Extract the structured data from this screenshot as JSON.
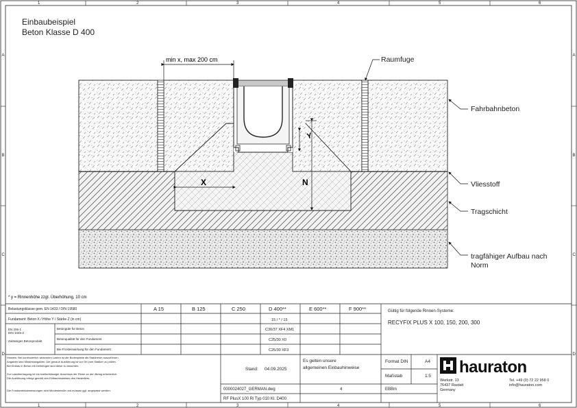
{
  "title": {
    "line1": "Einbaubeispiel",
    "line2": "Beton Klasse D 400"
  },
  "dimension_label": "min x, max 200 cm",
  "labels": {
    "raumfuge": "Raumfuge",
    "fahrbahnbeton": "Fahrbahnbeton",
    "vliesstoff": "Vliesstoff",
    "tragschicht": "Tragschicht",
    "aufbau_line1": "tragfähiger Aufbau nach",
    "aufbau_line2": "Norm"
  },
  "symbols": {
    "x": "X",
    "n": "N",
    "y": "Y"
  },
  "footnote": "* y = Rinnenhöhe zzgl. Überhöhung, 10 cm",
  "grid_top": [
    "1",
    "2",
    "3",
    "4",
    "5",
    "6"
  ],
  "grid_side": [
    "A",
    "B",
    "C",
    "D"
  ],
  "table": {
    "col_head_label": "Belastungsklasse gem. EN 1433 / DIN 19580",
    "classes": [
      "A 15",
      "B 125",
      "C 250",
      "D 400**",
      "E 600**",
      "F 900**"
    ],
    "row1_label": "Fundament: Beton X / Höhe Y / Stärke Z (in cm)",
    "row1_val": "15 / * / 15",
    "row2_a": "Betongüte für Beton",
    "row2_val": "C30/37 XF4 XM1",
    "row3_left": "Zulässiges Betonprodukt",
    "row3_label": "Betonqualität für den Fundament",
    "row3_val": "C25/30 X0",
    "row4_label": "Bei Frosteinwirkung für den Fundament",
    "row4_val": "C25/30 XF3",
    "left_notes": [
      "EN 206-1",
      "DIN 1045-2"
    ],
    "valid_head": "Gültig für folgende Rinnen-Systeme:",
    "valid_systems": "RECYFIX PLUS X 100, 150, 200, 300"
  },
  "bottom": {
    "notes": [
      "Hinweis: Bei kontinuierlich wirkenden Lasten ist die Bodenplatte als Stahlbeton auszuführen.",
      "Angaben sind Mindestangaben. Die genaue Ausführung ist vor Ort vom Statiker zu prüfen.",
      "Bei Einbau in Beton mit Dehnfugen sind diese zu beachten.",
      "Zur Lastübertragung ist ein kraftschlüssiger Anschluss der Rinne an den Belag erforderlich.",
      "Die Ausführung erfolgt gemäß den Einbauhinweisen des Herstellers.",
      "Die Fundamentabmessungen sind Mindestmaße und müssen ggf. angepasst werden."
    ],
    "stand_label": "Stand:",
    "stand_value": "04.09.2025",
    "einbau_line1": "Es gelten unsere",
    "einbau_line2": "allgemeinen Einbauhinweise",
    "format_label": "Format DIN",
    "format_value": "A4",
    "massstab_label": "Maßstab",
    "massstab_value": "1:5",
    "file_name": "0000024027_GERMAN.dwg",
    "file_sheet": "4",
    "editor": "EBBm",
    "product": "RF  PlusX 100 Ri Typ 010 Kl. D400",
    "brand": "hauraton",
    "addr_line1": "Werkstr. 13",
    "addr_line2": "76437 Rastatt",
    "addr_line3": "Germany",
    "tel": "Tel. +49 (0) 72 22 958 0",
    "email": "info@hauraton.com"
  }
}
